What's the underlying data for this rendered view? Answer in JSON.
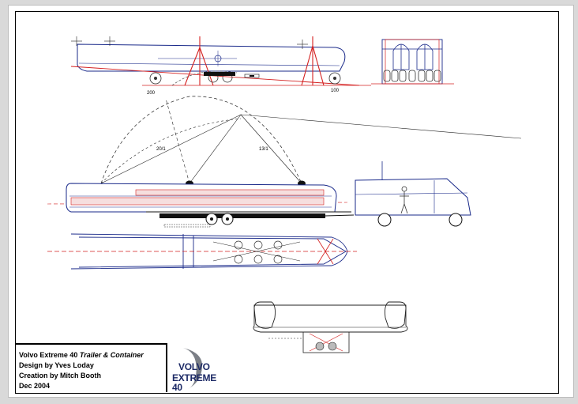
{
  "title_block": {
    "line1_plain": "Volvo Extreme 40 ",
    "line1_italic": "Trailer & Container",
    "line2": "Design  by Yves Loday",
    "line3": "Creation by Mitch Booth",
    "line4": "Dec 2004"
  },
  "logo": {
    "top": "VOLVO",
    "bottom": "EXTREME 40"
  },
  "dimensions": {
    "dim_200": "200",
    "dim_100": "100",
    "ratio_left": "20/1",
    "ratio_right": "13/1"
  },
  "colors": {
    "hull_line": "#1a2a8a",
    "support_red": "#d42020",
    "logo_navy": "#1d2a66"
  }
}
